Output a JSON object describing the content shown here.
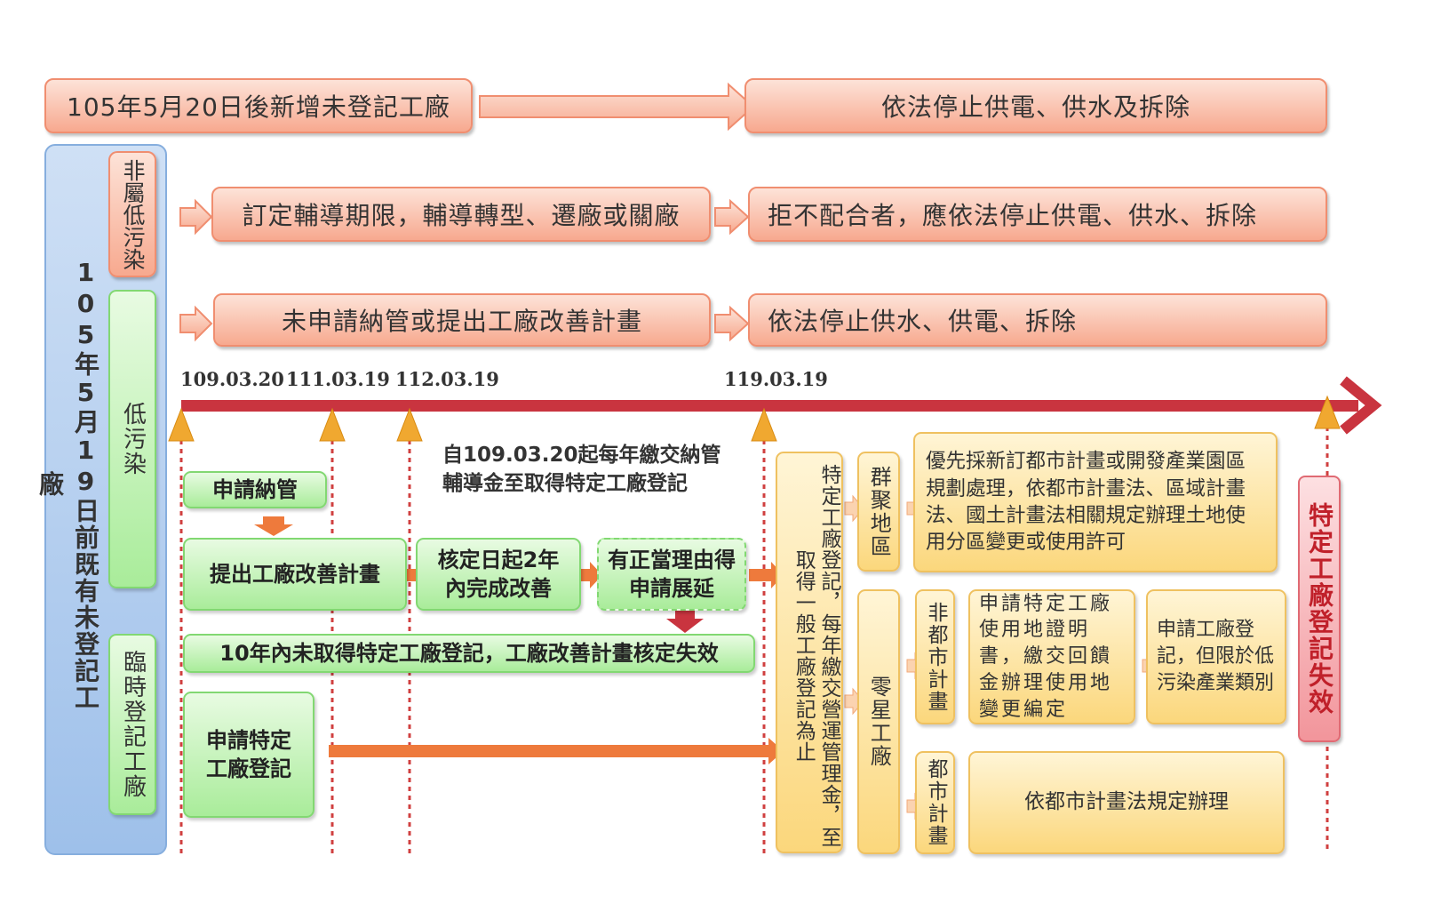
{
  "top": {
    "new_factories": "105年5月20日後新增未登記工廠",
    "new_factories_result": "依法停止供電、供水及拆除"
  },
  "left_column": {
    "title": "105年5月19日前既有未登記工廠",
    "categories": [
      "非屬低污染",
      "低污染",
      "臨時登記工廠"
    ]
  },
  "non_low_pollution": {
    "step": "訂定輔導期限，輔導轉型、遷廠或關廠",
    "result": "拒不配合者，應依法停止供電、供水、拆除"
  },
  "low_pollution_no_apply": {
    "step": "未申請納管或提出工廠改善計畫",
    "result": "依法停止供水、供電、拆除"
  },
  "timeline": {
    "dates": [
      "109.03.20",
      "111.03.19",
      "112.03.19",
      "119.03.19"
    ]
  },
  "fee_note": "自109.03.20起每年繳交納管輔導金至取得特定工廠登記",
  "flow": {
    "apply_management": "申請納管",
    "submit_plan": "提出工廠改善計畫",
    "complete_improvement": "核定日起2年內完成改善",
    "extension": "有正當理由得申請展延",
    "ten_year_invalid": "10年內未取得特定工廠登記，工廠改善計畫核定失效",
    "apply_special": "申請特定工廠登記"
  },
  "operation_fee": "特定工廠登記，每年繳交營運管理金，至取得一般工廠登記為止",
  "cluster": {
    "label": "群聚地區",
    "text": "優先採新訂都市計畫或開發產業園區規劃處理，依都市計畫法、區域計畫法、國土計畫法相關規定辦理土地使用分區變更或使用許可"
  },
  "scattered": {
    "label": "零星工廠",
    "non_urban_label": "非都市計畫",
    "non_urban_text": "申請特定工廠使用地證明書，繳交回饋金辦理使用地變更編定",
    "non_urban_result": "申請工廠登記，但限於低污染產業類別",
    "urban_label": "都市計畫",
    "urban_text": "依都市計畫法規定辦理"
  },
  "expiry": "特定工廠登記失效",
  "colors": {
    "timeline": "#c9343f",
    "orange_arrow": "#ee7a3c",
    "marker": "#f0a830",
    "dotted_line": "#d04040"
  }
}
